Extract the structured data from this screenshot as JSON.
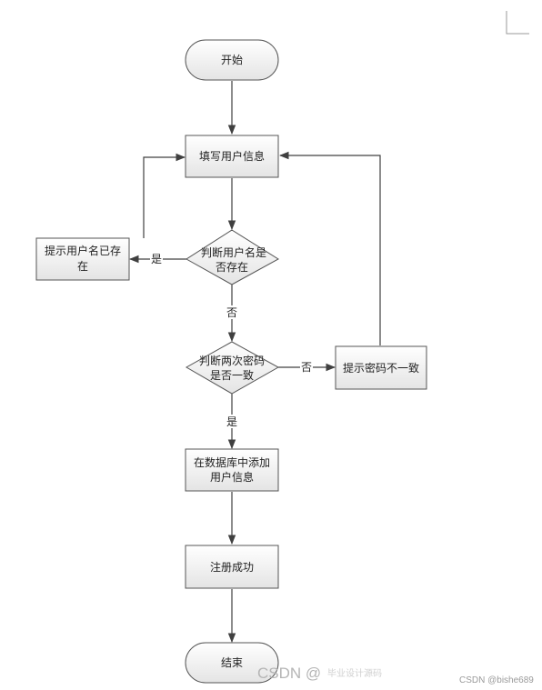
{
  "flowchart": {
    "start": "开始",
    "fill_user_info": "填写用户信息",
    "check_username_line1": "判断用户名是",
    "check_username_line2": "否存在",
    "username_exists_line1": "提示用户名已存",
    "username_exists_line2": "在",
    "check_password_line1": "判断两次密码",
    "check_password_line2": "是否一致",
    "password_mismatch": "提示密码不一致",
    "add_to_db_line1": "在数据库中添加",
    "add_to_db_line2": "用户信息",
    "register_success": "注册成功",
    "end": "结束",
    "label_yes_username": "是",
    "label_no_username": "否",
    "label_no_password": "否",
    "label_yes_password": "是"
  },
  "watermark": {
    "main": "CSDN @",
    "faded": "毕业设计源码",
    "credit": "CSDN @bishe689"
  },
  "colors": {
    "line": "#404040",
    "node_fill_top": "#ffffff",
    "node_fill_bottom": "#e6e6e6",
    "node_border": "#555555"
  }
}
